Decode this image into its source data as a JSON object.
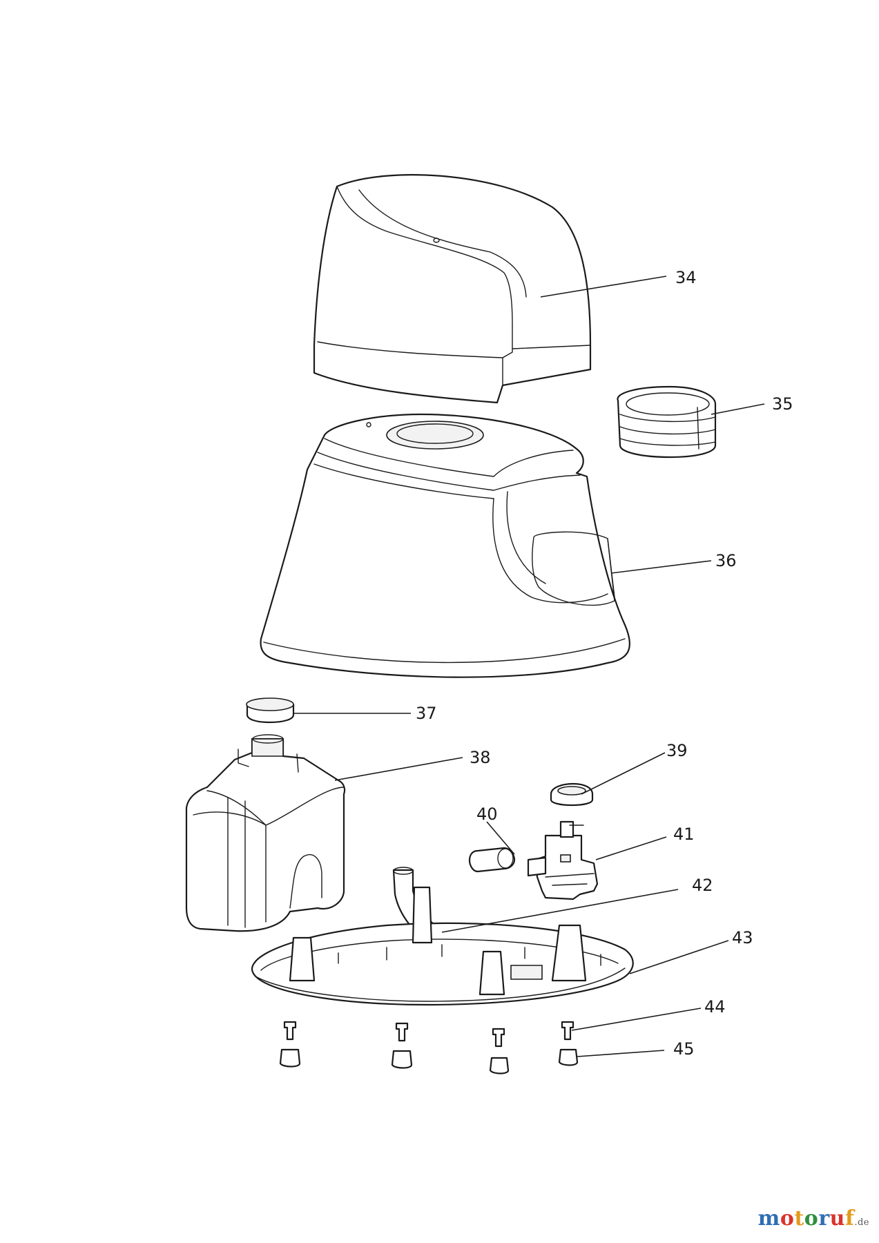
{
  "callouts": [
    {
      "id": "c34",
      "number": "34"
    },
    {
      "id": "c35",
      "number": "35"
    },
    {
      "id": "c36",
      "number": "36"
    },
    {
      "id": "c37",
      "number": "37"
    },
    {
      "id": "c38",
      "number": "38"
    },
    {
      "id": "c39",
      "number": "39"
    },
    {
      "id": "c40",
      "number": "40"
    },
    {
      "id": "c41",
      "number": "41"
    },
    {
      "id": "c42",
      "number": "42"
    },
    {
      "id": "c43",
      "number": "43"
    },
    {
      "id": "c44",
      "number": "44"
    },
    {
      "id": "c45",
      "number": "45"
    }
  ],
  "watermark": {
    "letters": [
      {
        "char": "m",
        "color": "#2f6db5"
      },
      {
        "char": "o",
        "color": "#d9342b"
      },
      {
        "char": "t",
        "color": "#e39a1c"
      },
      {
        "char": "o",
        "color": "#2e8f3e"
      },
      {
        "char": "r",
        "color": "#2f6db5"
      },
      {
        "char": "u",
        "color": "#d9342b"
      },
      {
        "char": "f",
        "color": "#e39a1c"
      }
    ],
    "suffix": ".de"
  }
}
